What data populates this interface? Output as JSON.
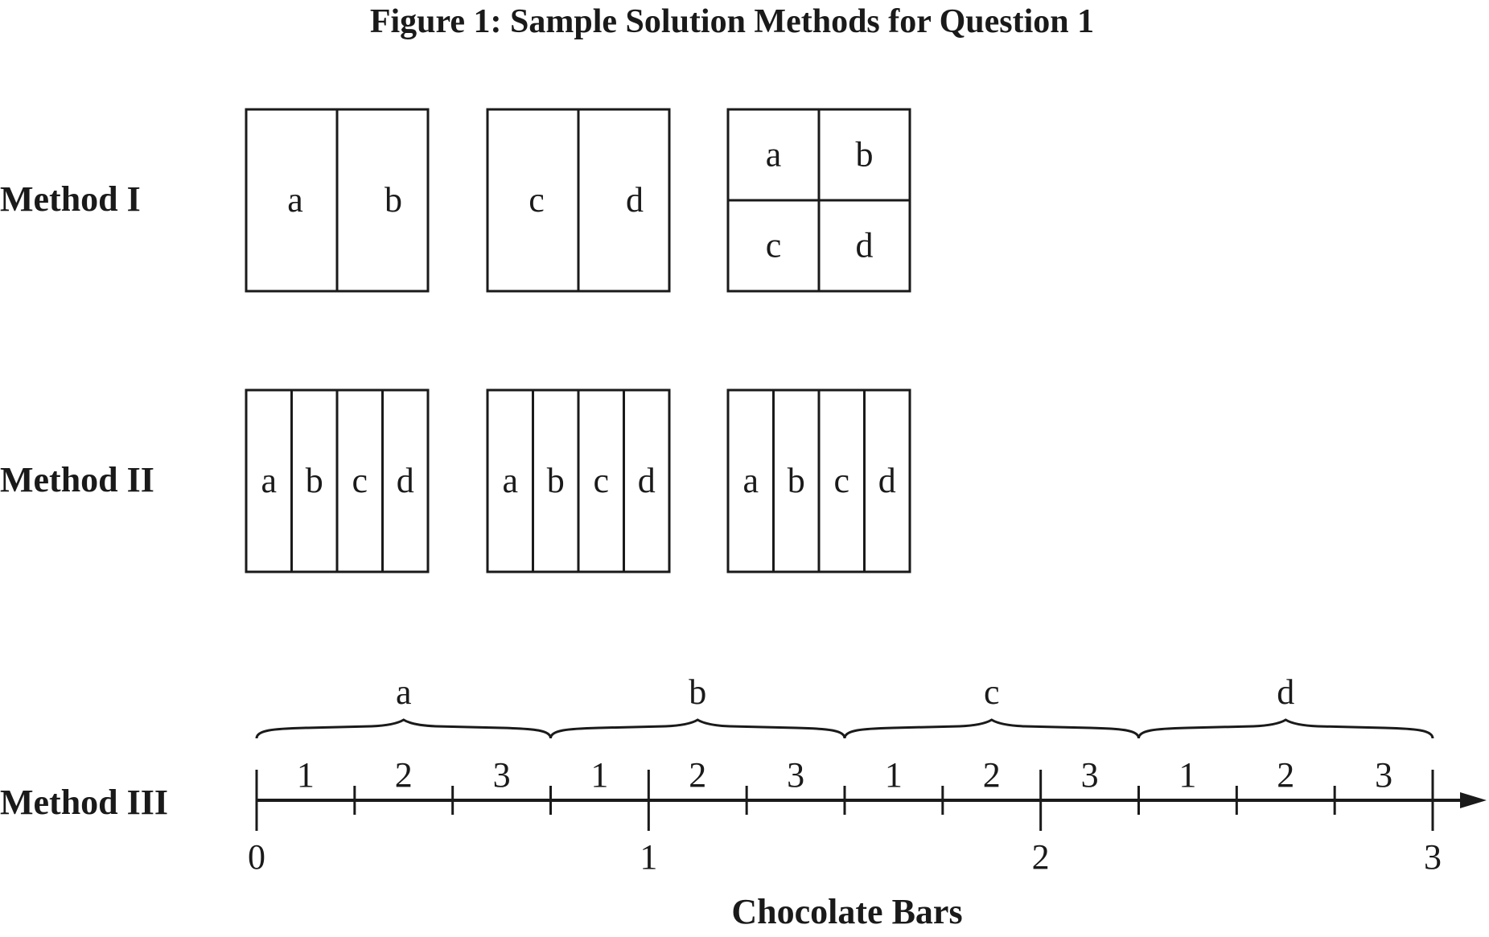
{
  "title": "Figure 1: Sample Solution Methods for Question 1",
  "method1": {
    "label": "Method I",
    "bars": [
      {
        "type": "halves",
        "cells": [
          "a",
          "b"
        ]
      },
      {
        "type": "halves",
        "cells": [
          "c",
          "d"
        ]
      },
      {
        "type": "quarters-grid",
        "cells": [
          "a",
          "b",
          "c",
          "d"
        ]
      }
    ]
  },
  "method2": {
    "label": "Method II",
    "bars": [
      {
        "type": "quarters-strips",
        "cells": [
          "a",
          "b",
          "c",
          "d"
        ]
      },
      {
        "type": "quarters-strips",
        "cells": [
          "a",
          "b",
          "c",
          "d"
        ]
      },
      {
        "type": "quarters-strips",
        "cells": [
          "a",
          "b",
          "c",
          "d"
        ]
      }
    ]
  },
  "method3": {
    "label": "Method III",
    "axis_label": "Chocolate Bars",
    "axis_ticks": [
      "0",
      "1",
      "2",
      "3"
    ],
    "axis_range": [
      0,
      3
    ],
    "segment_size": 0.25,
    "segment_labels": [
      "1",
      "2",
      "3",
      "1",
      "2",
      "3",
      "1",
      "2",
      "3",
      "1",
      "2",
      "3"
    ],
    "groups": [
      "a",
      "b",
      "c",
      "d"
    ],
    "group_size": 0.75
  }
}
